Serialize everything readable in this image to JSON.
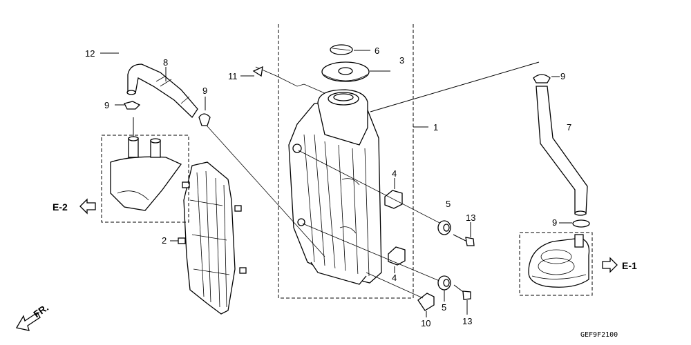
{
  "callouts": {
    "c12": "12",
    "c8": "8",
    "c11": "11",
    "c6": "6",
    "c3": "3",
    "c9a": "9",
    "c9b": "9",
    "c9c": "9",
    "c9d": "9",
    "c1": "1",
    "c7": "7",
    "c4a": "4",
    "c4b": "4",
    "c5a": "5",
    "c5b": "5",
    "c13a": "13",
    "c13b": "13",
    "c2": "2",
    "c10": "10"
  },
  "references": {
    "e2": "E-2",
    "e1": "E-1",
    "front": "FR."
  },
  "diagram_code": "GEF9F2100",
  "colors": {
    "line": "#000000",
    "background": "#ffffff"
  }
}
